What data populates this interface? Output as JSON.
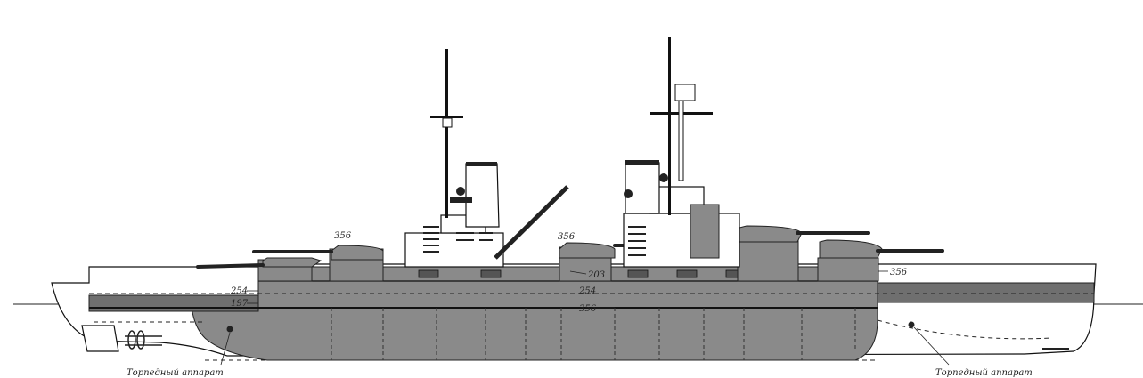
{
  "armor_labels": {
    "turret_fwd": "356",
    "turret_aft": "356",
    "casemate_mid": "203",
    "barbette_aft": "356",
    "upper_belt": "254",
    "bow_belt_upper": "254",
    "bow_belt_lower": "197",
    "main_belt": "356"
  },
  "captions": {
    "torpedo_fwd": "Торпедный аппарат",
    "torpedo_aft": "Торпедный аппарат"
  },
  "colors": {
    "armor_fill": "#8a8a8a",
    "armor_dark": "#6f6f6f",
    "outline": "#111111",
    "background": "#ffffff"
  }
}
